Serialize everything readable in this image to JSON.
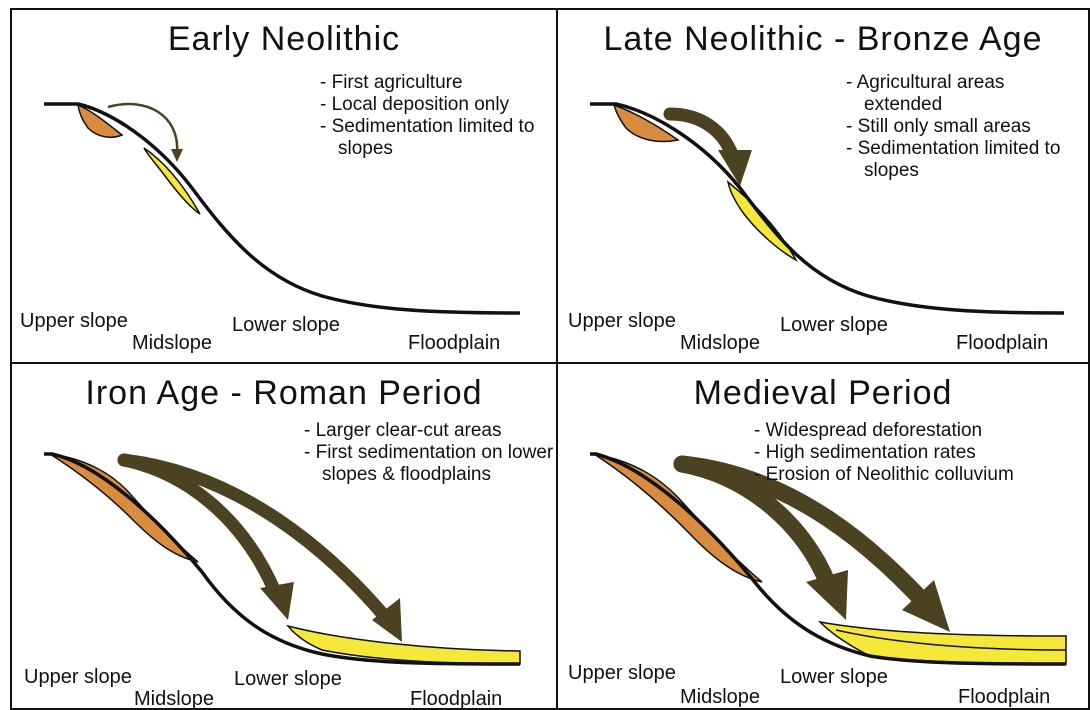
{
  "panels": [
    {
      "title": "Early Neolithic",
      "notes": [
        "First agriculture",
        "Local deposition only",
        "Sedimentation limited to slopes"
      ],
      "labels": {
        "upper": "Upper slope",
        "mid": "Midslope",
        "lower": "Lower slope",
        "flood": "Floodplain"
      }
    },
    {
      "title": "Late Neolithic - Bronze Age",
      "notes": [
        "Agricultural areas extended",
        "Still only small areas",
        "Sedimentation limited to slopes"
      ],
      "labels": {
        "upper": "Upper slope",
        "mid": "Midslope",
        "lower": "Lower slope",
        "flood": "Floodplain"
      }
    },
    {
      "title": "Iron Age - Roman Period",
      "notes": [
        "Larger clear-cut areas",
        "First sedimentation on lower slopes & floodplains"
      ],
      "labels": {
        "upper": "Upper slope",
        "mid": "Midslope",
        "lower": "Lower slope",
        "flood": "Floodplain"
      }
    },
    {
      "title": "Medieval Period",
      "notes": [
        "Widespread deforestation",
        "High sedimentation rates",
        "Erosion of Neolithic colluvium"
      ],
      "labels": {
        "upper": "Upper slope",
        "mid": "Midslope",
        "lower": "Lower slope",
        "flood": "Floodplain"
      }
    }
  ],
  "colors": {
    "eroded_soil": "#d98c3f",
    "colluvium": "#f5e83a",
    "arrow": "#4a4220",
    "ground_line": "#111111"
  }
}
